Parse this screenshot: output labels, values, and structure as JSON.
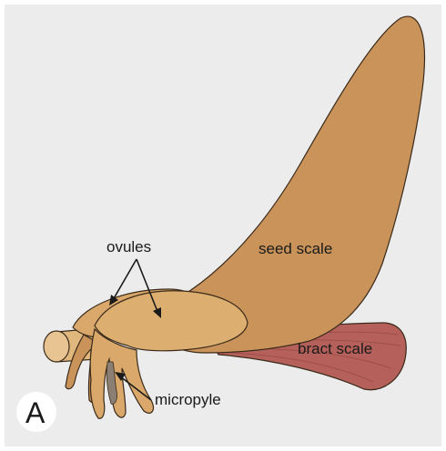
{
  "diagram": {
    "panel_letter": "A",
    "labels": {
      "ovules": "ovules",
      "seed_scale": "seed scale",
      "bract_scale": "bract scale",
      "micropyle": "micropyle"
    },
    "colors": {
      "background": "#ececec",
      "seed_scale": "#c9935a",
      "ovule": "#d9a86a",
      "ovule_shadow": "#b37f46",
      "bract_scale": "#b5605a",
      "outline": "#3a2a1a",
      "micropyle_inner": "#8a7f72"
    }
  }
}
